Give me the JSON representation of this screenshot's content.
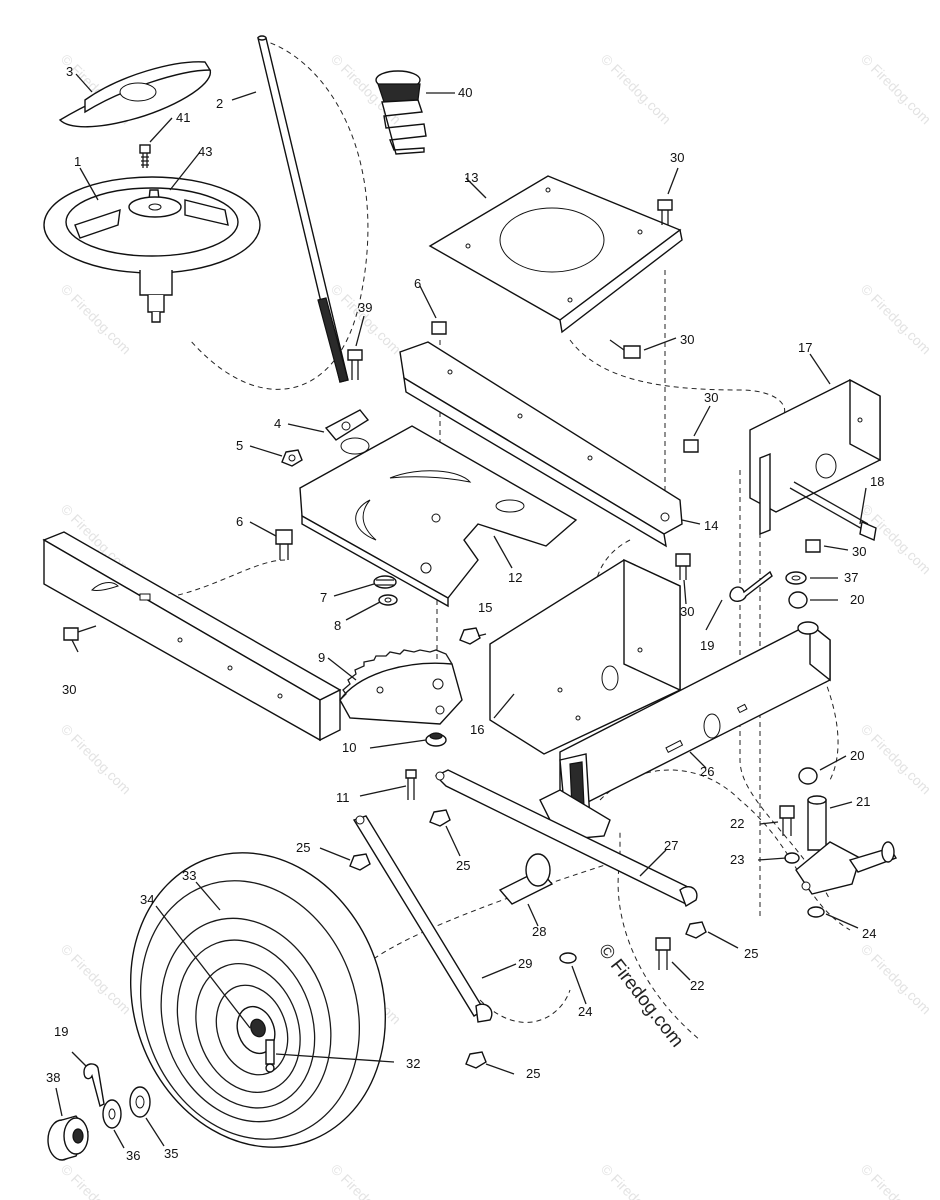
{
  "watermark": "© Firedog.com",
  "credit": "© Firedog.com",
  "callouts": {
    "c1": "1",
    "c2": "2",
    "c3": "3",
    "c4": "4",
    "c5": "5",
    "c6a": "6",
    "c6b": "6",
    "c7": "7",
    "c8": "8",
    "c9": "9",
    "c10": "10",
    "c11": "11",
    "c12": "12",
    "c13": "13",
    "c14": "14",
    "c15": "15",
    "c16": "16",
    "c17": "17",
    "c18": "18",
    "c19a": "19",
    "c19b": "19",
    "c20a": "20",
    "c20b": "20",
    "c21": "21",
    "c22a": "22",
    "c22b": "22",
    "c23": "23",
    "c24a": "24",
    "c24b": "24",
    "c25a": "25",
    "c25b": "25",
    "c25c": "25",
    "c25d": "25",
    "c26": "26",
    "c27": "27",
    "c28": "28",
    "c29": "29",
    "c30a": "30",
    "c30b": "30",
    "c30c": "30",
    "c30d": "30",
    "c30e": "30",
    "c30f": "30",
    "c32": "32",
    "c33": "33",
    "c34": "34",
    "c35": "35",
    "c36": "36",
    "c37": "37",
    "c38": "38",
    "c39": "39",
    "c40": "40",
    "c41": "41",
    "c43": "43"
  }
}
